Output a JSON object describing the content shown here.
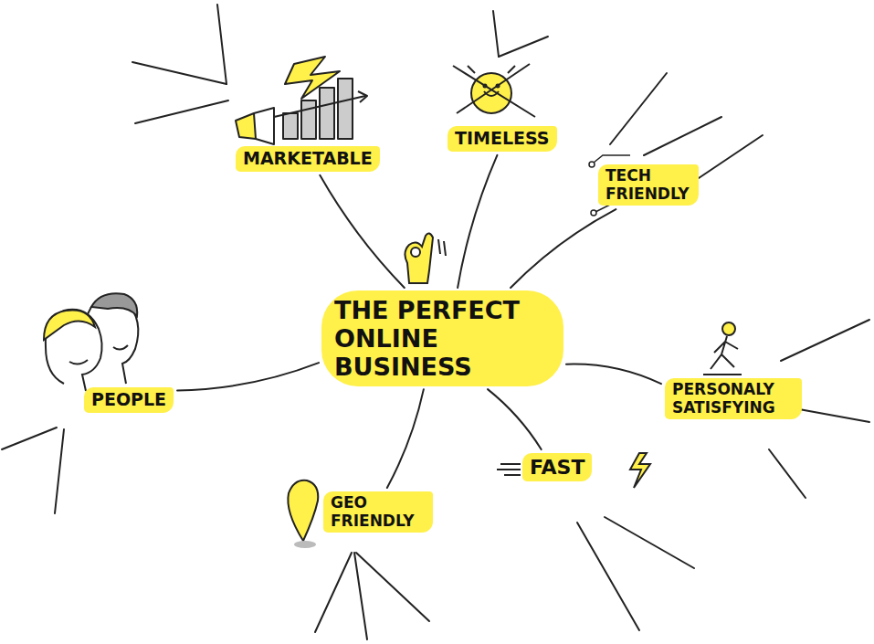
{
  "diagram": {
    "nodes": [
      {
        "text": [
          "MARKETABLE"
        ]
      },
      {
        "text": [
          "TIMELESS"
        ]
      },
      {
        "text": [
          "TECH FRIENDLY"
        ]
      },
      {
        "text": [
          "THE PERFECT ONLINE BUSINESS"
        ]
      },
      {
        "text": [
          "PEOPLE"
        ]
      },
      {
        "text": [
          "PERSONALY SATISFYING"
        ]
      },
      {
        "text": [
          "FAST"
        ]
      },
      {
        "text": [
          "GEO FRIENDLY"
        ]
      }
    ],
    "edges": [
      {
        "from": 3,
        "to": 0,
        "arrow": "none"
      },
      {
        "from": 3,
        "to": 1,
        "arrow": "none"
      },
      {
        "from": 3,
        "to": 2,
        "arrow": "none"
      },
      {
        "from": 3,
        "to": 5,
        "arrow": "none"
      },
      {
        "from": 3,
        "to": 6,
        "arrow": "none"
      },
      {
        "from": 3,
        "to": 7,
        "arrow": "none"
      },
      {
        "from": 3,
        "to": 4,
        "arrow": "none"
      }
    ]
  }
}
